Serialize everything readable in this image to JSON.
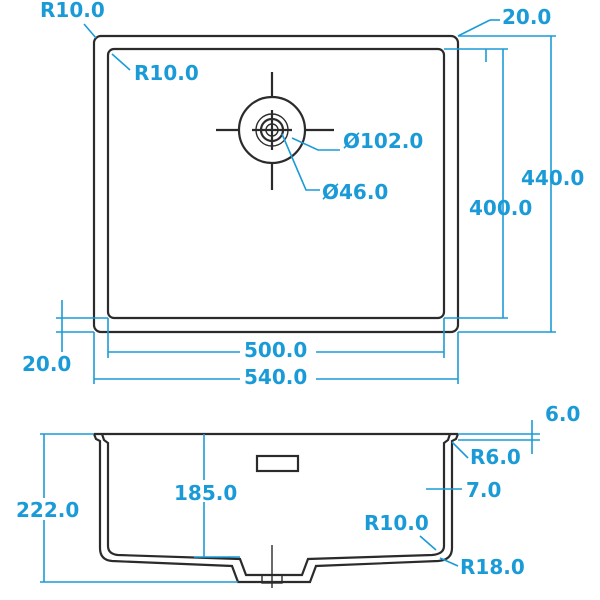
{
  "top_view": {
    "outer_radius": "R10.0",
    "inner_radius": "R10.0",
    "rim_width_top": "20.0",
    "rim_width_bottom": "20.0",
    "drain_outer_diameter": "Ø102.0",
    "drain_inner_diameter": "Ø46.0",
    "outer_height": "440.0",
    "inner_height": "400.0",
    "inner_width": "500.0",
    "outer_width": "540.0"
  },
  "section_view": {
    "rim_thickness": "6.0",
    "rim_radius": "R6.0",
    "wall_thickness": "7.0",
    "outer_depth": "222.0",
    "inner_depth": "185.0",
    "inner_bottom_radius": "R10.0",
    "outer_bottom_radius": "R18.0"
  },
  "colors": {
    "dimension": "#1a9bd7",
    "outline": "#2b2b2b"
  }
}
